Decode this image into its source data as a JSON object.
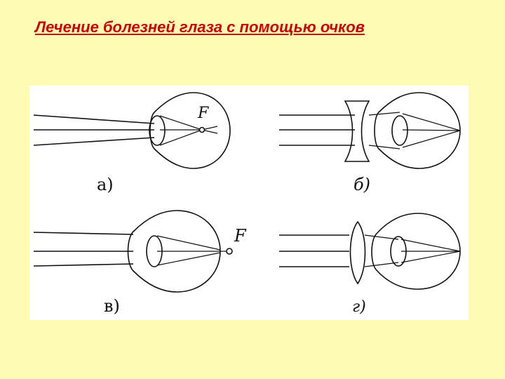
{
  "slide": {
    "title": "Лечение болезней глаза с помощью очков"
  },
  "diagrams": [
    {
      "id": "a",
      "caption": "a)",
      "focus_label": "F",
      "lens": "none",
      "condition_shown": "focus in front of retina"
    },
    {
      "id": "b",
      "caption": "б)",
      "focus_label": "",
      "lens": "concave",
      "condition_shown": "corrected with diverging lens"
    },
    {
      "id": "v",
      "caption": "в)",
      "focus_label": "F",
      "lens": "none",
      "condition_shown": "focus behind retina"
    },
    {
      "id": "g",
      "caption": "г)",
      "focus_label": "",
      "lens": "convex",
      "condition_shown": "corrected with converging lens"
    }
  ],
  "colors": {
    "background": "#fefbb5",
    "title": "#c00000",
    "panel": "#ffffff",
    "ink": "#111111"
  }
}
